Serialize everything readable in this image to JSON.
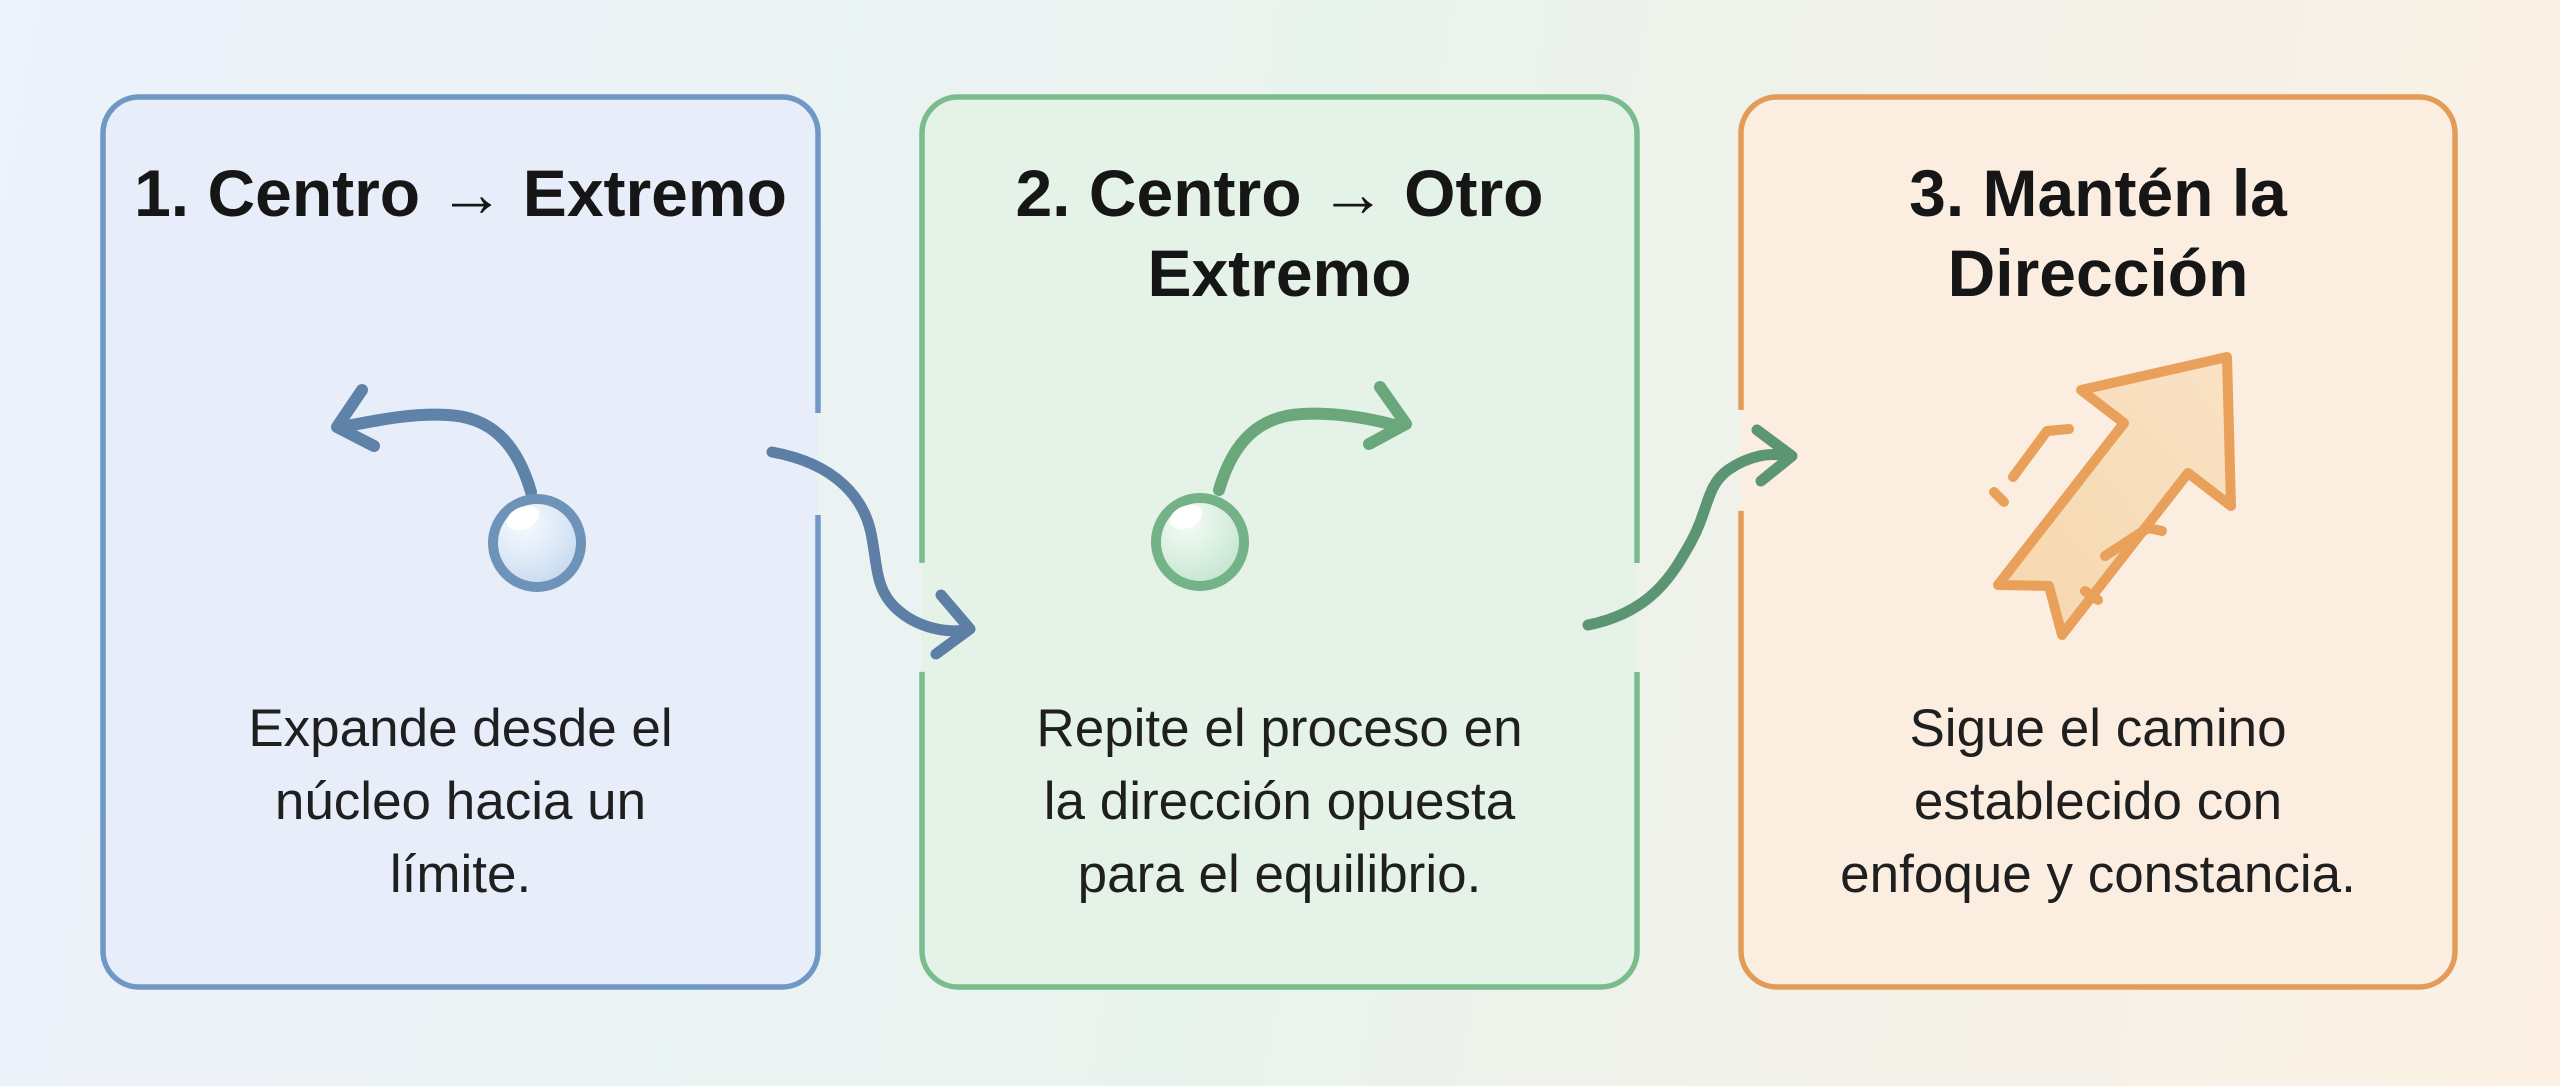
{
  "page": {
    "background_left_color": "#edf2fb",
    "background_middle_color": "#e9f3ec",
    "background_right_color": "#fcf1e4",
    "text_color": "#161616"
  },
  "cards": [
    {
      "step": "1",
      "accent_color": "#6f98c5",
      "fill_color": "#e7eefa",
      "title": "1. Centro → Extremo",
      "title_lines": [
        "1. Centro → Extremo"
      ],
      "description": "Expande desde el núcleo hacia un límite.",
      "description_lines": [
        "Expande desde el",
        "núcleo hacia un",
        "límite."
      ],
      "icon": "pendulum-ball-swing-left"
    },
    {
      "step": "2",
      "accent_color": "#7abc8e",
      "fill_color": "#e4f2e7",
      "title": "2. Centro → Otro Extremo",
      "title_lines": [
        "2. Centro → Otro",
        "Extremo"
      ],
      "description": "Repite el proceso en la dirección opuesta para el equilibrio.",
      "description_lines": [
        "Repite el proceso en",
        "la dirección opuesta",
        "para el equilibrio."
      ],
      "icon": "pendulum-ball-swing-right"
    },
    {
      "step": "3",
      "accent_color": "#e39c58",
      "fill_color": "#fbeee1",
      "title": "3. Mantén la Dirección",
      "title_lines": [
        "3. Mantén la",
        "Dirección"
      ],
      "description": "Sigue el camino establecido con enfoque y constancia.",
      "description_lines": [
        "Sigue el camino",
        "establecido con",
        "enfoque y constancia."
      ],
      "icon": "arrow-up-right"
    }
  ],
  "connectors": [
    {
      "from": "card-1",
      "to": "card-2",
      "shape": "s-curve-down",
      "color": "#5d7fa6"
    },
    {
      "from": "card-2",
      "to": "card-3",
      "shape": "s-curve-up",
      "color": "#5b9574"
    }
  ]
}
